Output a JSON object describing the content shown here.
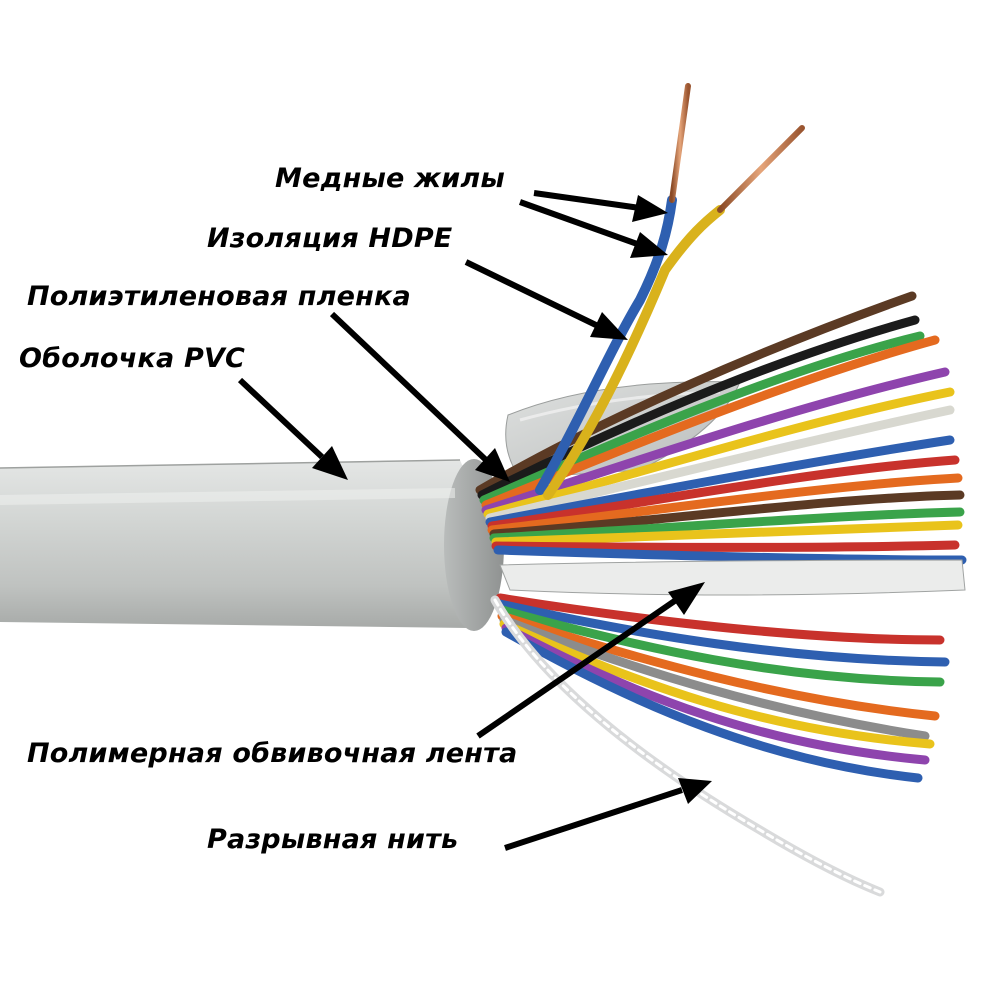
{
  "labels": {
    "copper_cores": "Медные жилы",
    "hdpe_insulation": "Изоляция HDPE",
    "polyethylene_film": "Полиэтиленовая пленка",
    "pvc_sheath": "Оболочка PVC",
    "polymer_wrap_tape": "Полимерная обвивочная лента",
    "rip_cord": "Разрывная нить"
  },
  "colors": {
    "sheath": "#c9ccca",
    "copper": "#c97a4a",
    "wire_yellow": "#d9b21c",
    "wire_blue": "#2e5fb0",
    "arrow": "#000000"
  }
}
